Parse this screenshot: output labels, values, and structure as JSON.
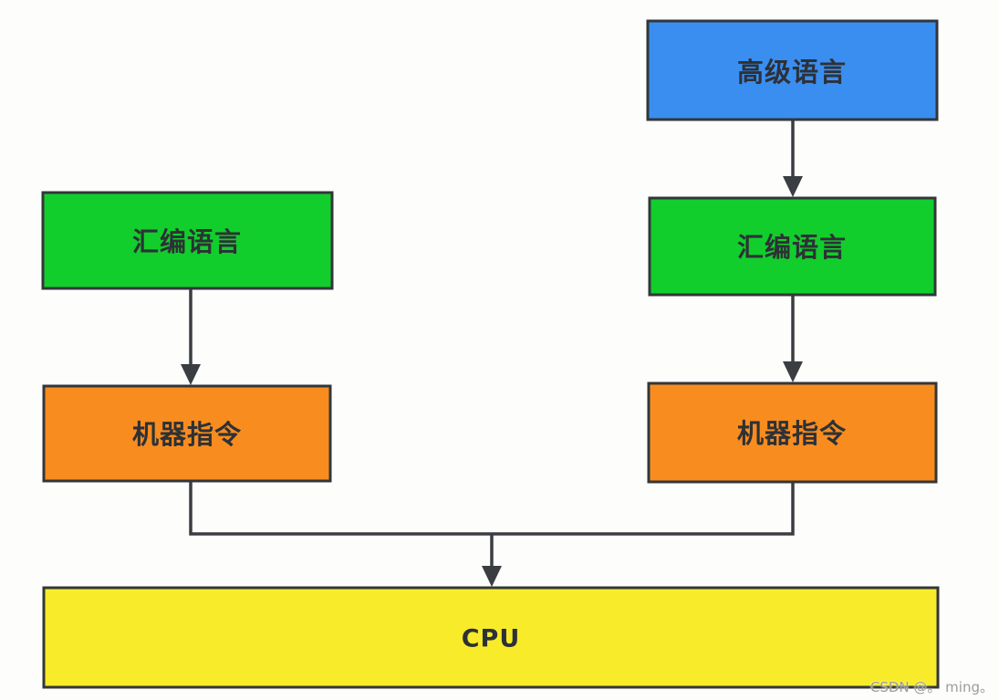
{
  "diagram": {
    "title": "language-to-cpu-compilation-diagram",
    "background_color": "#fdfdfb",
    "border_color": "#33363a",
    "arrow_color": "#3a3d42",
    "text_color": "#2d3136",
    "nodes": [
      {
        "id": "high-level-language",
        "label": "高级语言",
        "fill": "#3A8EF0"
      },
      {
        "id": "assembly-language-left",
        "label": "汇编语言",
        "fill": "#12CE2C"
      },
      {
        "id": "assembly-language-right",
        "label": "汇编语言",
        "fill": "#12CE2C"
      },
      {
        "id": "machine-instructions-left",
        "label": "机器指令",
        "fill": "#F88C1E"
      },
      {
        "id": "machine-instructions-right",
        "label": "机器指令",
        "fill": "#F88C1E"
      },
      {
        "id": "cpu",
        "label": "CPU",
        "fill": "#F8EC2A"
      }
    ],
    "edges": [
      {
        "from": "high-level-language",
        "to": "assembly-language-right"
      },
      {
        "from": "assembly-language-right",
        "to": "machine-instructions-right"
      },
      {
        "from": "assembly-language-left",
        "to": "machine-instructions-left"
      },
      {
        "from": "machine-instructions-left",
        "to": "cpu"
      },
      {
        "from": "machine-instructions-right",
        "to": "cpu"
      }
    ]
  },
  "watermark": {
    "text": "CSDN @。 ming。"
  }
}
